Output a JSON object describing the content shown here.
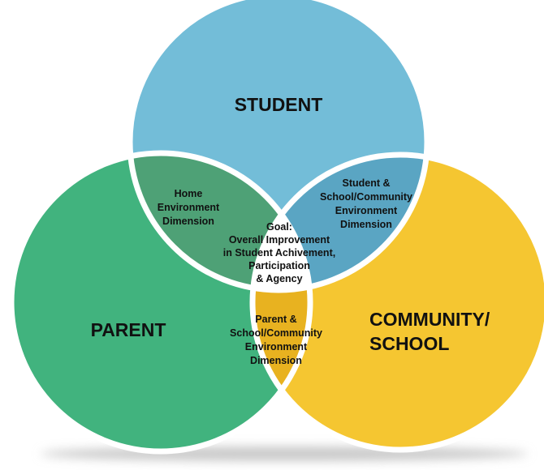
{
  "colors": {
    "student": "#73bdd8",
    "parent": "#41b37e",
    "community": "#f5c631",
    "student_parent": "#4ea176",
    "student_community": "#5aa5c3",
    "parent_community": "#e8b220",
    "center": "#ffffff",
    "outline": "#ffffff",
    "shadow": "#c9c9c9"
  },
  "circles": {
    "student": {
      "label": "STUDENT"
    },
    "parent": {
      "label": "PARENT"
    },
    "community": {
      "label_line1": "COMMUNITY/",
      "label_line2": "SCHOOL"
    }
  },
  "intersections": {
    "student_parent": {
      "lines": [
        "Home",
        "Environment",
        "Dimension"
      ]
    },
    "student_community": {
      "lines": [
        "Student &",
        "School/Community",
        "Environment",
        "Dimension"
      ]
    },
    "parent_community": {
      "lines": [
        "Parent &",
        "School/Community",
        "Environment",
        "Dimension"
      ]
    },
    "center": {
      "lines": [
        "Goal:",
        "Overall Improvement",
        "in Student Achivement,",
        "Participation",
        "& Agency"
      ]
    }
  }
}
